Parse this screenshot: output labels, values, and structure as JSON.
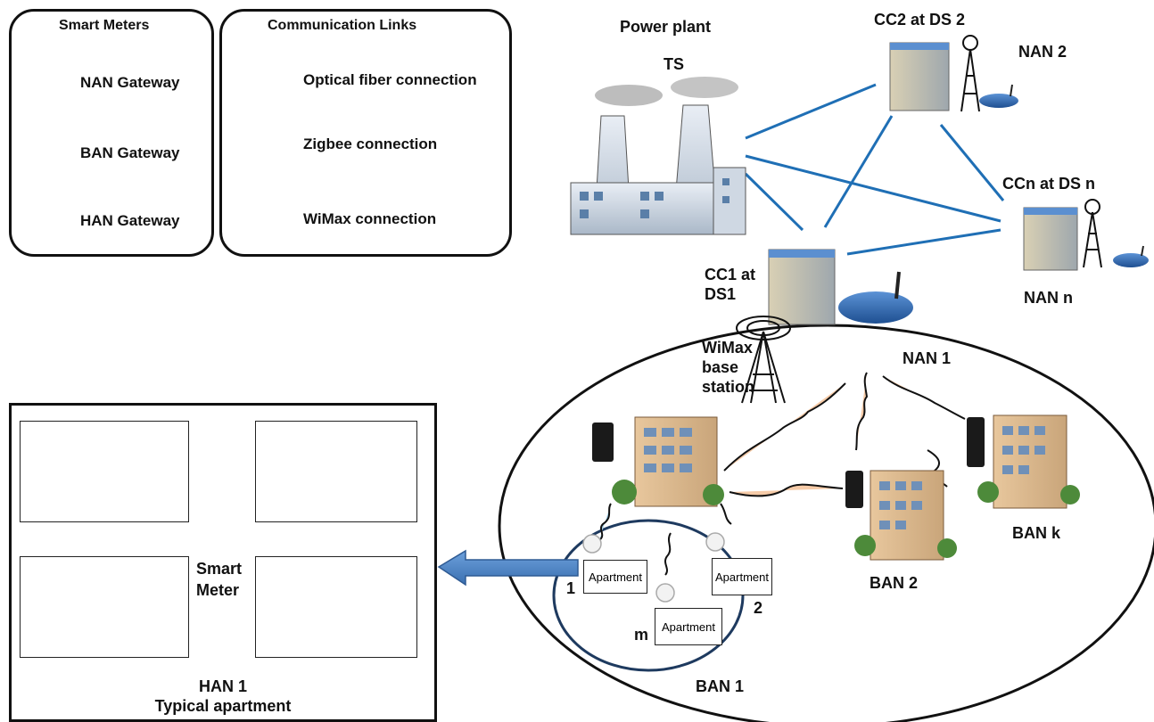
{
  "legend_meters": {
    "title": "Smart Meters",
    "items": [
      "NAN Gateway",
      "BAN Gateway",
      "HAN Gateway"
    ]
  },
  "legend_links": {
    "title": "Communication Links",
    "items": [
      "Optical fiber connection",
      "Zigbee connection",
      "WiMax connection"
    ]
  },
  "plant": {
    "title": "Power plant",
    "code": "TS"
  },
  "cc2": {
    "title": "CC2 at DS 2",
    "nan": "NAN 2"
  },
  "ccn": {
    "title": "CCn at DS n",
    "nan": "NAN n"
  },
  "cc1": {
    "line1": "CC1 at",
    "line2": "DS1",
    "nan": "NAN 1"
  },
  "wimax": {
    "line1": "WiMax",
    "line2": "base",
    "line3": "station"
  },
  "bans": {
    "ban1": "BAN 1",
    "ban2": "BAN 2",
    "bank": "BAN k"
  },
  "apartments": {
    "label": "Apartment",
    "n1": "1",
    "n2": "2",
    "nm": "m"
  },
  "han": {
    "meter1": "Smart",
    "meter2": "Meter",
    "title": "HAN 1",
    "subtitle": "Typical apartment"
  },
  "colors": {
    "fiber": "#1f6fb5",
    "zigbee": "#a8d4ec",
    "wimax": "#f6cba8",
    "arrow": "#4d86c6",
    "ban_circle": "#1e3a5f"
  }
}
